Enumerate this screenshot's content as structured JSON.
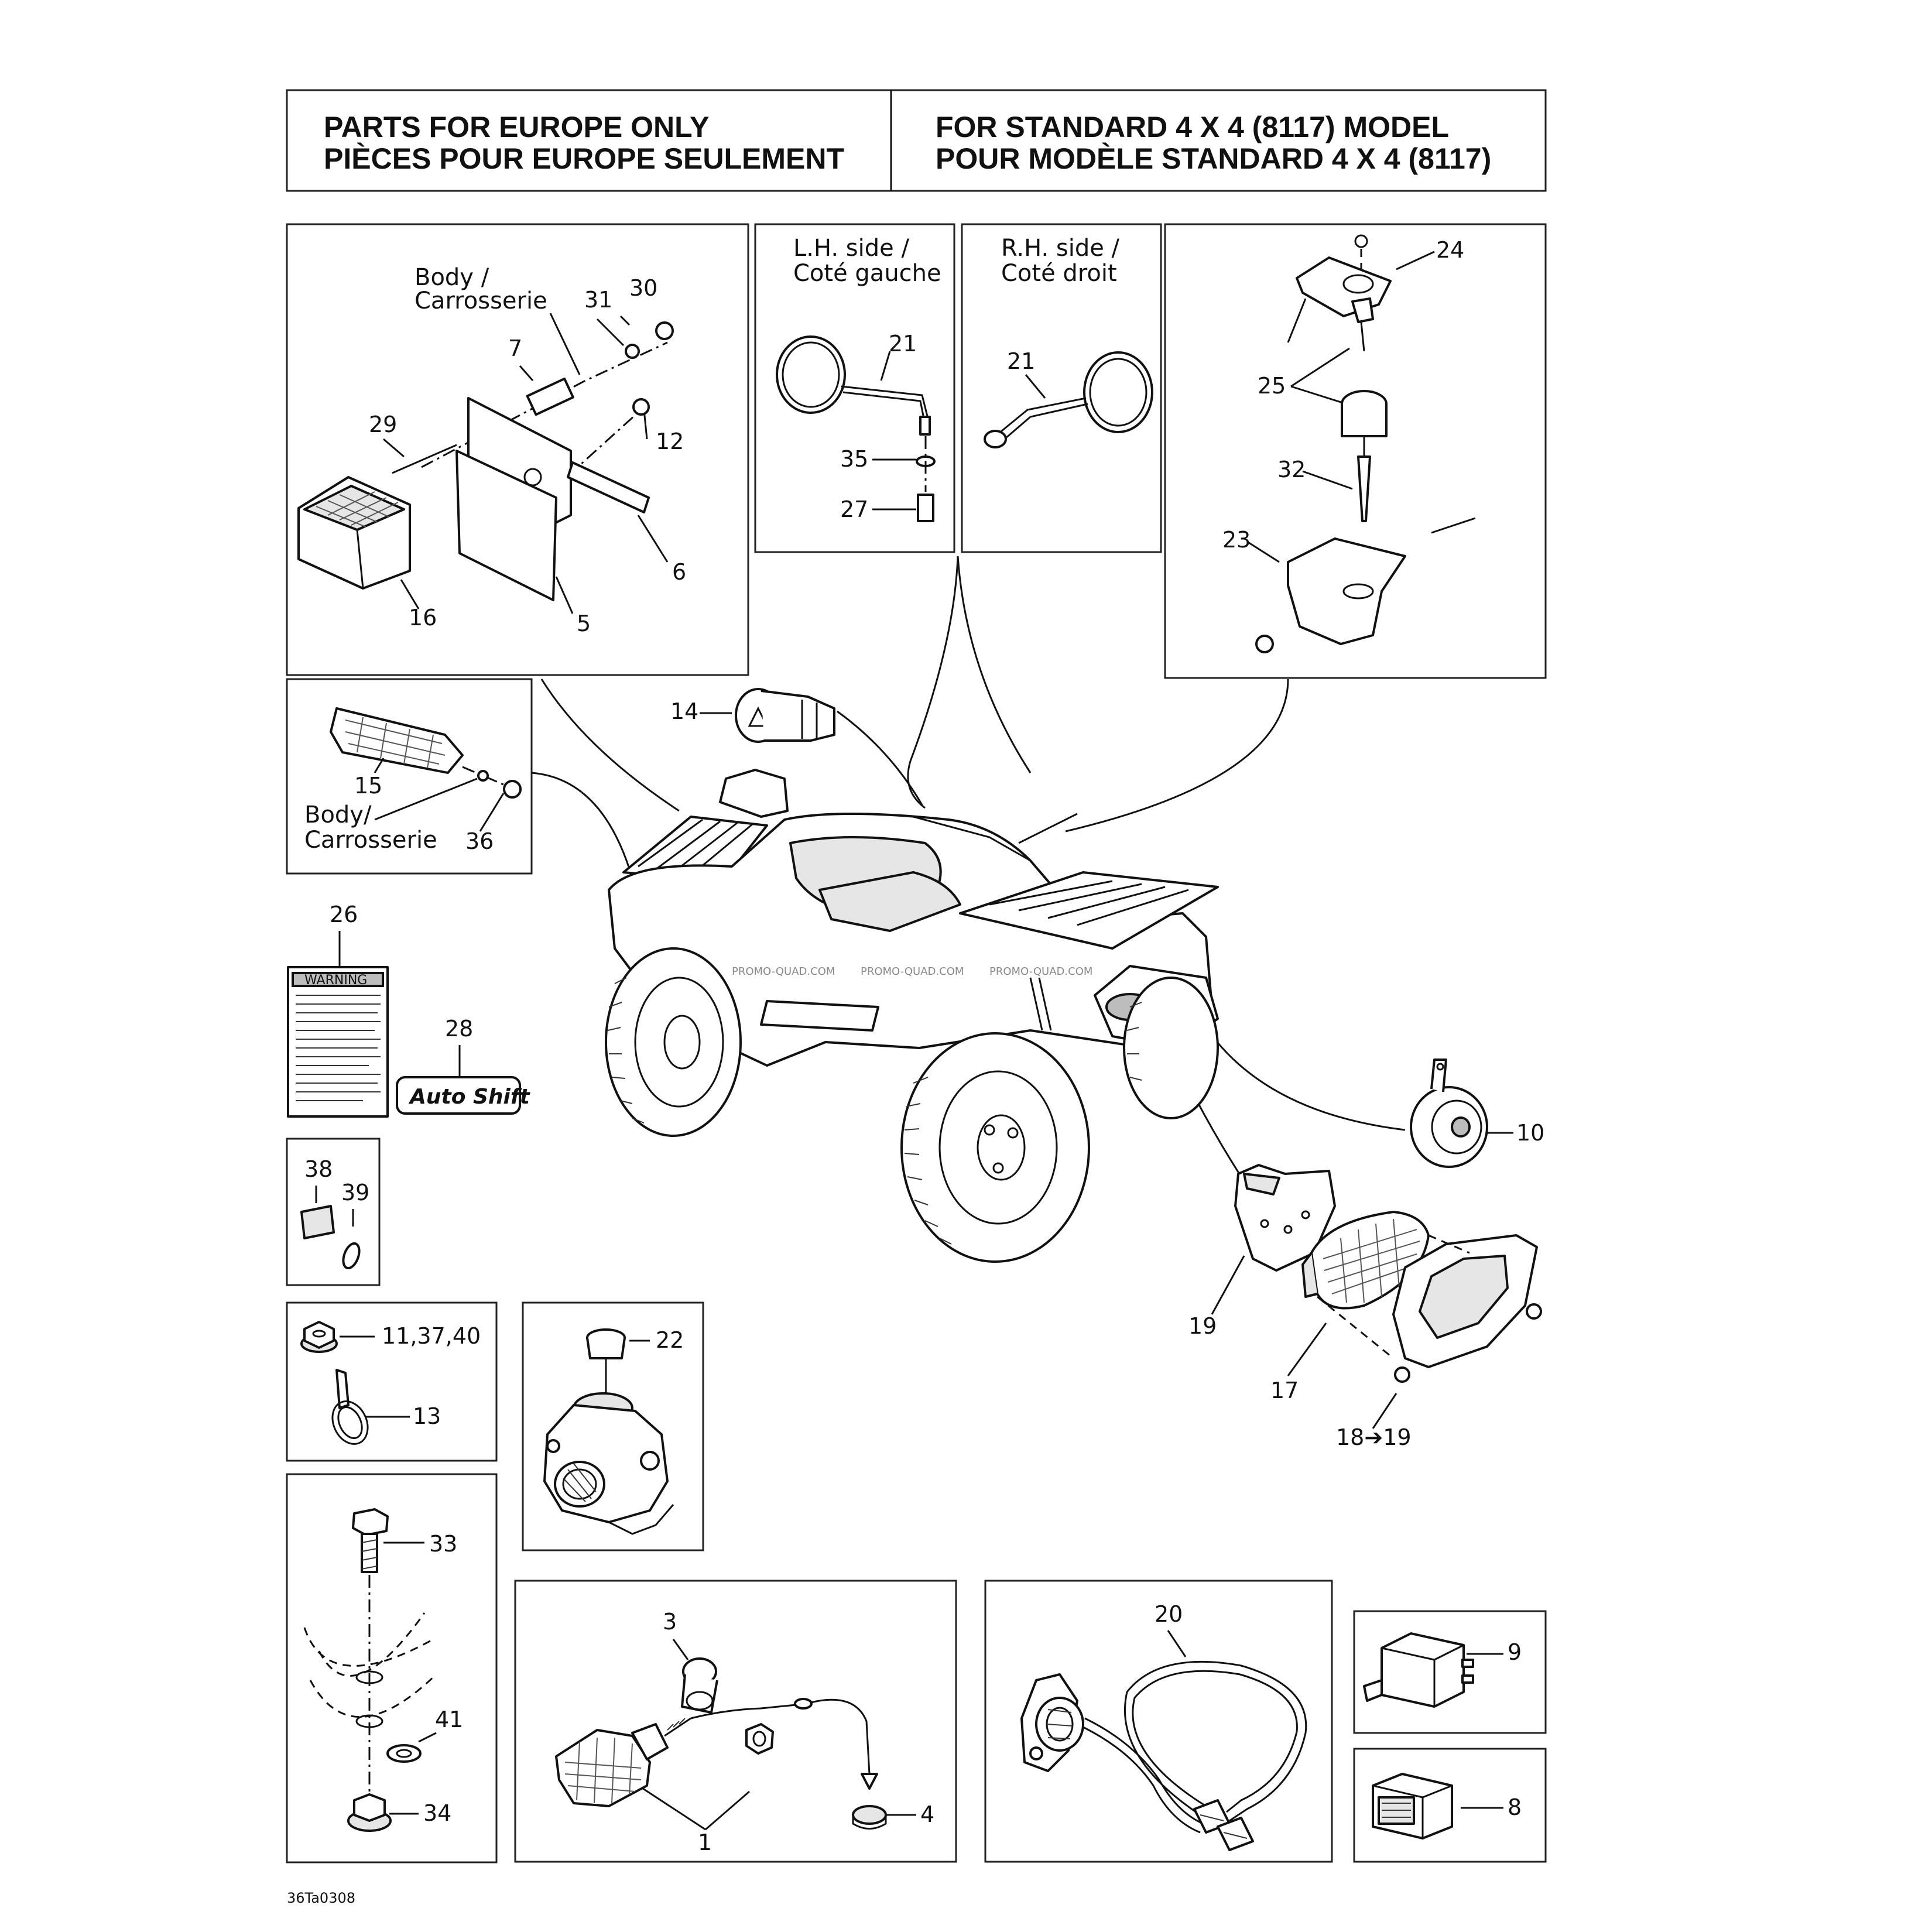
{
  "header": {
    "left_line1": "PARTS FOR EUROPE ONLY",
    "left_line2": "PIÈCES POUR EUROPE SEULEMENT",
    "right_line1": "FOR STANDARD 4 X 4 (8117) MODEL",
    "right_line2": "POUR MODÈLE STANDARD 4 X 4 (8117)"
  },
  "captions": {
    "body_1": "Body /",
    "carrosserie_1": "Carrosserie",
    "lh_side": "L.H. side /",
    "cote_gauche": "Coté gauche",
    "rh_side": "R.H. side /",
    "cote_droit": "Coté droit",
    "body_2": "Body/",
    "carrosserie_2": "Carrosserie",
    "warning_title": "WARNING",
    "decal_text": "Auto Shift"
  },
  "part_numbers": {
    "p1": "1",
    "p3": "3",
    "p4": "4",
    "p5": "5",
    "p6": "6",
    "p7": "7",
    "p8": "8",
    "p9": "9",
    "p10": "10",
    "p11_37_40": "11,37,40",
    "p12": "12",
    "p13": "13",
    "p14": "14",
    "p15": "15",
    "p16": "16",
    "p17": "17",
    "p18_19": "18➔19",
    "p19": "19",
    "p20": "20",
    "p21_lh": "21",
    "p21_rh": "21",
    "p22": "22",
    "p23": "23",
    "p24": "24",
    "p25": "25",
    "p26": "26",
    "p27": "27",
    "p28": "28",
    "p29": "29",
    "p30": "30",
    "p31": "31",
    "p32": "32",
    "p33": "33",
    "p34": "34",
    "p35": "35",
    "p36": "36",
    "p38": "38",
    "p39": "39",
    "p41": "41"
  },
  "watermark": "PROMO-QUAD.COM",
  "figure_code": "36Ta0308"
}
